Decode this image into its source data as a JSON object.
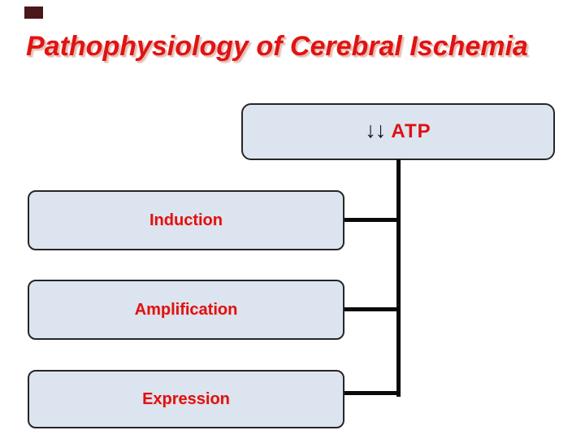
{
  "slide": {
    "title": "Pathophysiology of Cerebral Ischemia"
  },
  "diagram": {
    "atp_box": {
      "arrows": "↓↓",
      "label": "ATP"
    },
    "stages": [
      {
        "label": "Induction"
      },
      {
        "label": "Amplification"
      },
      {
        "label": "Expression"
      }
    ]
  },
  "icons": {
    "down_arrows": "double-down-arrow-icon"
  },
  "colors": {
    "title_red": "#e11313",
    "label_red": "#dd1212",
    "box_fill": "#dce4f0",
    "box_border": "#262626",
    "connector_black": "#0a0a0a",
    "arrow_black": "#141414",
    "title_shadow": "#e3bfb6",
    "label_shadow": "#edcccc",
    "corner_decoration": "#4a171a"
  }
}
